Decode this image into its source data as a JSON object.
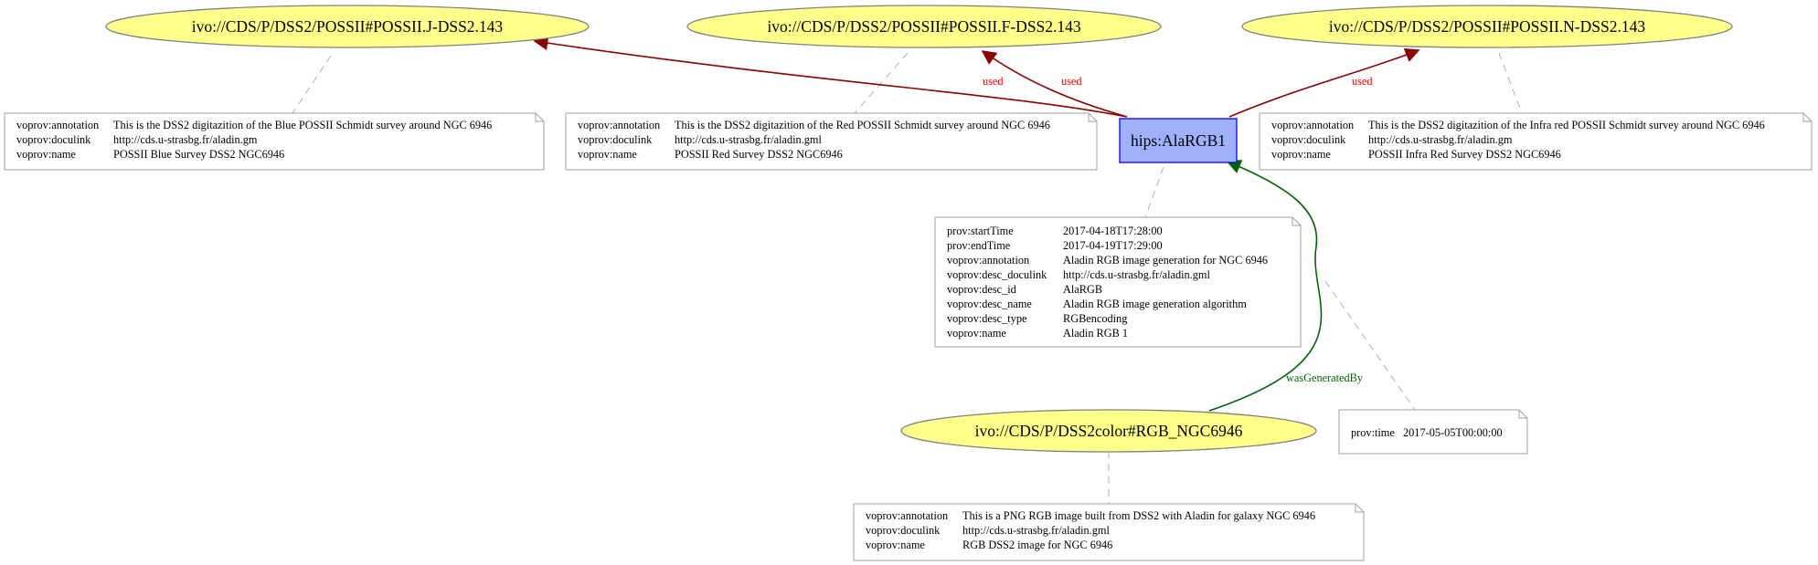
{
  "diagram": {
    "entities": [
      {
        "id": "ent_j",
        "label": "ivo://CDS/P/DSS2/POSSII#POSSII.J-DSS2.143"
      },
      {
        "id": "ent_f",
        "label": "ivo://CDS/P/DSS2/POSSII#POSSII.F-DSS2.143"
      },
      {
        "id": "ent_n",
        "label": "ivo://CDS/P/DSS2/POSSII#POSSII.N-DSS2.143"
      },
      {
        "id": "ent_rgb",
        "label": "ivo://CDS/P/DSS2color#RGB_NGC6946"
      }
    ],
    "activity": {
      "id": "act",
      "label": "hips:AlaRGB1"
    },
    "notes": [
      {
        "id": "note_j",
        "rows": [
          [
            "voprov:annotation",
            "This is the DSS2 digitazition of the Blue POSSII Schmidt survey around  NGC 6946"
          ],
          [
            "voprov:doculink",
            "http://cds.u-strasbg.fr/aladin.gm"
          ],
          [
            "voprov:name",
            "POSSII Blue Survey DSS2 NGC6946"
          ]
        ]
      },
      {
        "id": "note_f",
        "rows": [
          [
            "voprov:annotation",
            "This is the DSS2 digitazition of the Red POSSII Schmidt survey around NGC 6946"
          ],
          [
            "voprov:doculink",
            "http://cds.u-strasbg.fr/aladin.gml"
          ],
          [
            "voprov:name",
            "POSSII Red Survey DSS2 NGC6946"
          ]
        ]
      },
      {
        "id": "note_n",
        "rows": [
          [
            "voprov:annotation",
            "This is the DSS2 digitazition of the Infra red POSSII Schmidt survey around  NGC 6946"
          ],
          [
            "voprov:doculink",
            "http://cds.u-strasbg.fr/aladin.gm"
          ],
          [
            "voprov:name",
            "POSSII Infra Red Survey DSS2 NGC6946"
          ]
        ]
      },
      {
        "id": "note_act",
        "rows": [
          [
            "prov:startTime",
            "2017-04-18T17:28:00"
          ],
          [
            "prov:endTime",
            "2017-04-19T17:29:00"
          ],
          [
            "voprov:annotation",
            "Aladin RGB image generation for NGC 6946"
          ],
          [
            "voprov:desc_doculink",
            "http://cds.u-strasbg.fr/aladin.gml"
          ],
          [
            "voprov:desc_id",
            "AlaRGB"
          ],
          [
            "voprov:desc_name",
            "Aladin RGB image generation algorithm"
          ],
          [
            "voprov:desc_type",
            "RGBencoding"
          ],
          [
            "voprov:name",
            "Aladin RGB 1"
          ]
        ]
      },
      {
        "id": "note_gen",
        "rows": [
          [
            "prov:time",
            "2017-05-05T00:00:00"
          ]
        ]
      },
      {
        "id": "note_rgb",
        "rows": [
          [
            "voprov:annotation",
            "This is a PNG RGB image built from DSS2 with Aladin for galaxy NGC 6946"
          ],
          [
            "voprov:doculink",
            "http://cds.u-strasbg.fr/aladin.gml"
          ],
          [
            "voprov:name",
            "RGB DSS2 image for NGC 6946"
          ]
        ]
      }
    ],
    "edges": [
      {
        "id": "used_j",
        "label": "used"
      },
      {
        "id": "used_f",
        "label": "used"
      },
      {
        "id": "used_n",
        "label": "used"
      },
      {
        "id": "gen",
        "label": "wasGeneratedBy"
      }
    ],
    "colors": {
      "entity_fill": "#ffff8a",
      "entity_stroke": "#808080",
      "activity_fill": "#9fb1fc",
      "activity_stroke": "#0000ff",
      "used_edge": "#8b0000",
      "used_label": "#ff0000",
      "generated_edge": "#006400",
      "note_stroke": "#a0a0a0",
      "dashed_link": "#b0b0b0"
    }
  }
}
